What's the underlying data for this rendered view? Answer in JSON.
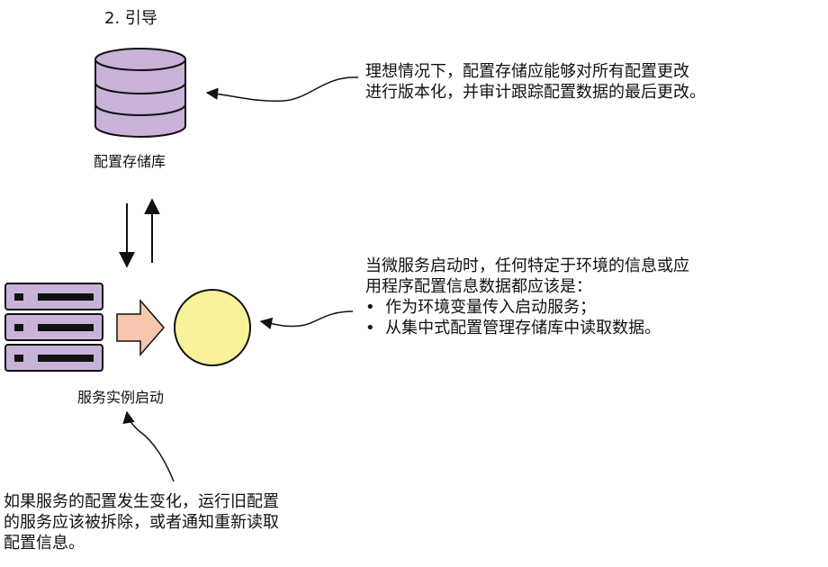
{
  "title": "2. 引导",
  "repository_label": "配置存储库",
  "instances_label": "服务实例启动",
  "note_top": {
    "lines": [
      "理想情况下，配置存储应能够对所有配置更改",
      "进行版本化，并审计跟踪配置数据的最后更改。"
    ]
  },
  "note_middle": {
    "lines": [
      "当微服务启动时，任何特定于环境的信息或应",
      "用程序配置信息数据都应该是："
    ],
    "bullets": [
      "作为环境变量传入启动服务；",
      "从集中式配置管理存储库中读取数据。"
    ],
    "bullet_glyph": "•"
  },
  "note_bottom": {
    "lines": [
      "如果服务的配置发生变化，运行旧配置",
      "的服务应该被拆除，或者通知重新读取",
      "配置信息。"
    ]
  },
  "colors": {
    "database": "#c9b3d9",
    "server": "#c9b3d9",
    "arrow_fill": "#f6c6ae",
    "circle_fill": "#f8f29b",
    "stroke": "#111111"
  }
}
